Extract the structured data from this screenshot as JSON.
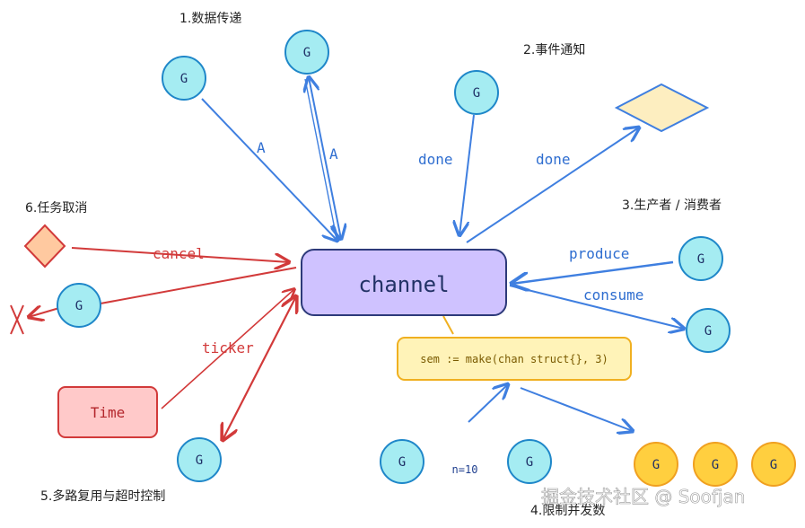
{
  "titles": {
    "data_transfer": "1.数据传递",
    "event_notify": "2.事件通知",
    "producer_consumer": "3.生产者 / 消费者",
    "limit_concurrency": "4.限制并发数",
    "multiplex_timeout": "5.多路复用与超时控制",
    "task_cancel": "6.任务取消"
  },
  "nodes": {
    "goroutine_label": "G",
    "channel_label": "channel",
    "semaphore_code": "sem := make(chan struct{}, 3)",
    "time_label": "Time",
    "n_label": "n=10"
  },
  "edge_labels": {
    "a1": "A",
    "a2": "A",
    "done1": "done",
    "done2": "done",
    "produce": "produce",
    "consume": "consume",
    "cancel": "cancel",
    "ticker": "ticker"
  },
  "watermark": "掘金技术社区 @ Soofjan",
  "colors": {
    "blue_edge": "#3f7fe0",
    "red_edge": "#d23a3a",
    "goroutine_fill": "#a5ecf2",
    "goroutine_stroke": "#1f87c9",
    "channel_fill": "#cfc2ff",
    "channel_stroke": "#2d3a7a",
    "sem_fill": "#fff3b8",
    "sem_stroke": "#f0b020",
    "time_fill": "#ffc9c9",
    "time_stroke": "#d23a3a",
    "diamond_fill": "#fdeec0",
    "cancel_diamond_fill": "#ffc9a0",
    "gold_fill": "#ffcf3f",
    "gold_stroke": "#f0a020"
  }
}
